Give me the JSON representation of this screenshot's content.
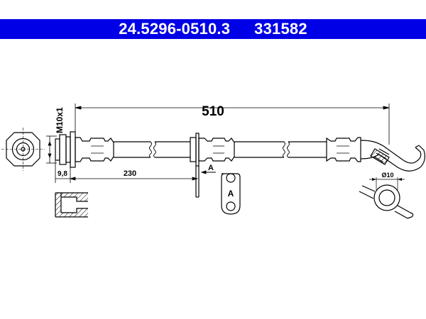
{
  "header": {
    "part_number": "24.5296-0510.3",
    "article_number": "331582",
    "background_color": "#0000e6",
    "text_color": "#ffffff"
  },
  "dimensions": {
    "overall_length": "510",
    "fitting_offset": "230",
    "thread": "M10x1",
    "thread_depth": "9,8",
    "bracket_hole": "Ø10"
  },
  "labels": {
    "section_marker": "A",
    "bracket_marker": "A"
  }
}
